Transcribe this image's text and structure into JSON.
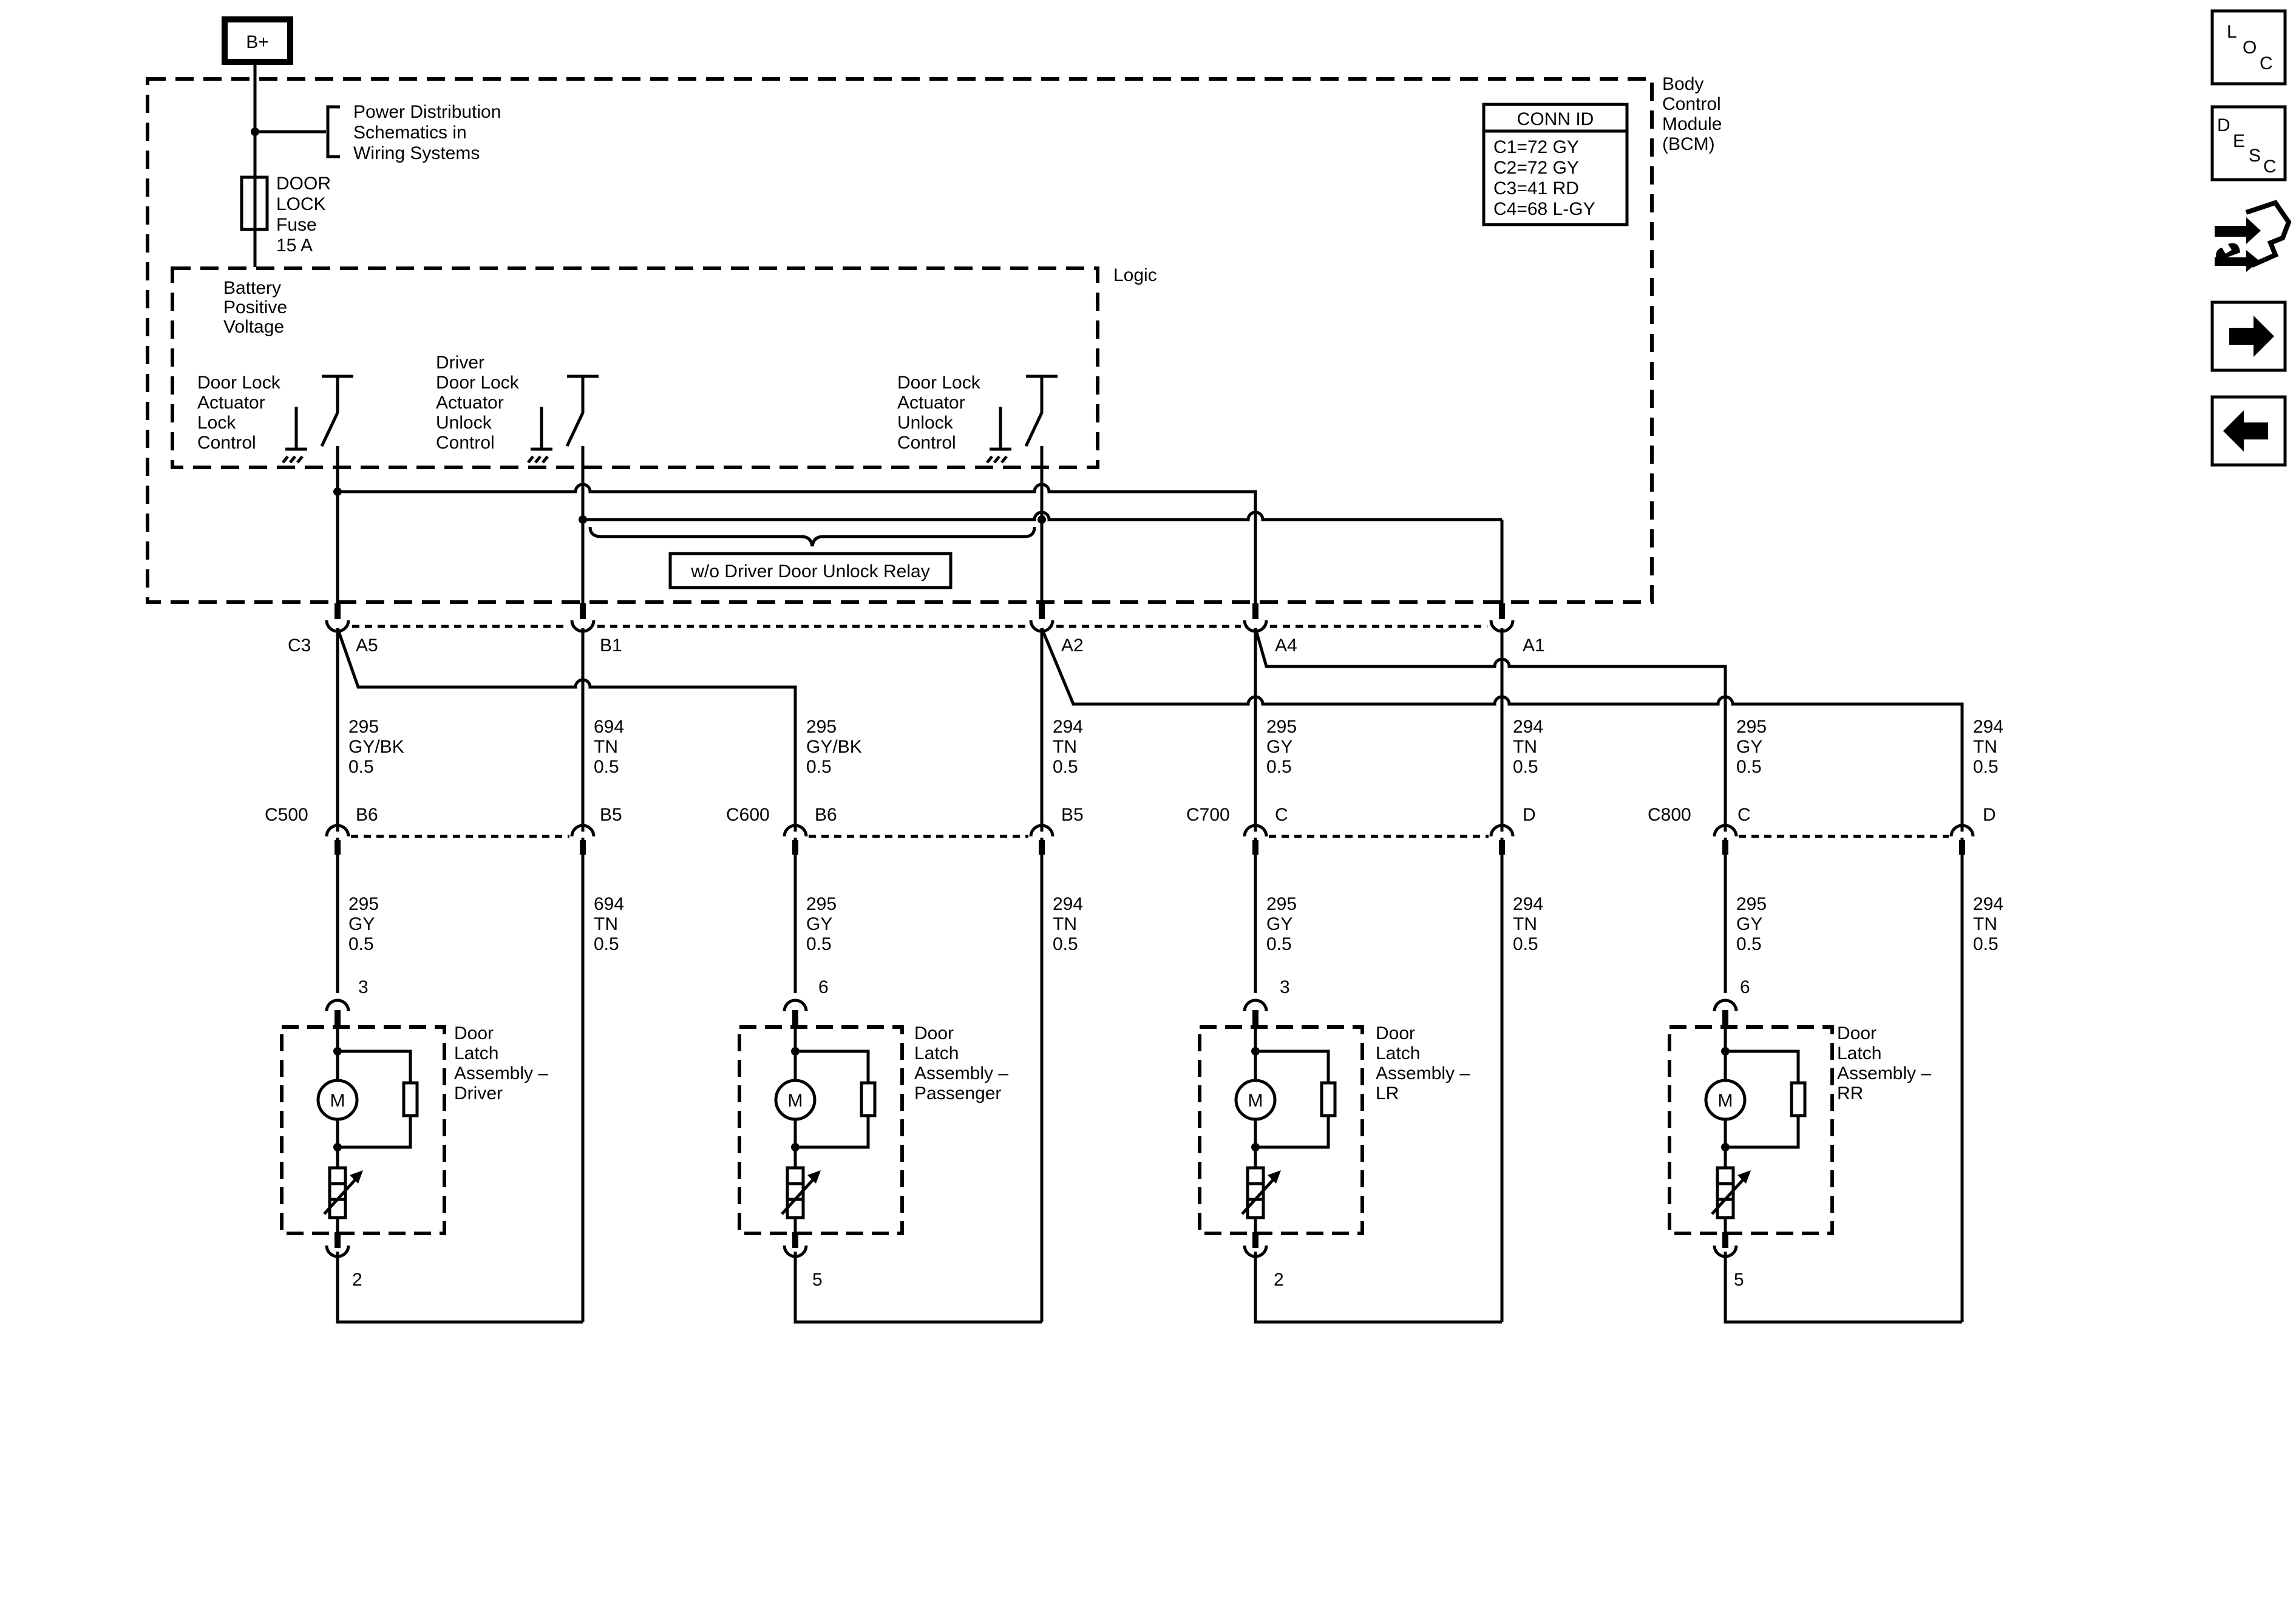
{
  "power": {
    "source": "B+",
    "fuse_name": [
      "DOOR",
      "LOCK",
      "Fuse",
      "15 A"
    ],
    "pds_note": [
      "Power Distribution",
      "Schematics in",
      "Wiring Systems"
    ]
  },
  "bcm": {
    "name": [
      "Body",
      "Control",
      "Module",
      "(BCM)"
    ],
    "logic_label": "Logic",
    "battery_label": [
      "Battery",
      "Positive",
      "Voltage"
    ]
  },
  "conn_id": {
    "title": "CONN ID",
    "rows": [
      "C1=72 GY",
      "C2=72 GY",
      "C3=41 RD",
      "C4=68 L-GY"
    ]
  },
  "switches": [
    {
      "label": [
        "Door Lock",
        "Actuator",
        "Lock",
        "Control"
      ]
    },
    {
      "label": [
        "Driver",
        "Door Lock",
        "Actuator",
        "Unlock",
        "Control"
      ]
    },
    {
      "label": [
        "Door Lock",
        "Actuator",
        "Unlock",
        "Control"
      ]
    }
  ],
  "relay_note": "w/o Driver Door Unlock Relay",
  "c3": {
    "name": "C3",
    "pins": [
      "A5",
      "B1",
      "A2",
      "A4",
      "A1"
    ]
  },
  "harness_upper": [
    {
      "circuit": "295",
      "color": "GY/BK",
      "gauge": "0.5"
    },
    {
      "circuit": "694",
      "color": "TN",
      "gauge": "0.5"
    },
    {
      "circuit": "295",
      "color": "GY/BK",
      "gauge": "0.5"
    },
    {
      "circuit": "294",
      "color": "TN",
      "gauge": "0.5"
    },
    {
      "circuit": "295",
      "color": "GY",
      "gauge": "0.5"
    },
    {
      "circuit": "294",
      "color": "TN",
      "gauge": "0.5"
    },
    {
      "circuit": "295",
      "color": "GY",
      "gauge": "0.5"
    },
    {
      "circuit": "294",
      "color": "TN",
      "gauge": "0.5"
    }
  ],
  "inline_connectors": [
    {
      "name": "C500",
      "pin_a": "B6",
      "pin_b": "B5"
    },
    {
      "name": "C600",
      "pin_a": "B6",
      "pin_b": "B5"
    },
    {
      "name": "C700",
      "pin_a": "C",
      "pin_b": "D"
    },
    {
      "name": "C800",
      "pin_a": "C",
      "pin_b": "D"
    }
  ],
  "harness_lower": [
    {
      "circuit": "295",
      "color": "GY",
      "gauge": "0.5"
    },
    {
      "circuit": "694",
      "color": "TN",
      "gauge": "0.5"
    },
    {
      "circuit": "295",
      "color": "GY",
      "gauge": "0.5"
    },
    {
      "circuit": "294",
      "color": "TN",
      "gauge": "0.5"
    },
    {
      "circuit": "295",
      "color": "GY",
      "gauge": "0.5"
    },
    {
      "circuit": "294",
      "color": "TN",
      "gauge": "0.5"
    },
    {
      "circuit": "295",
      "color": "GY",
      "gauge": "0.5"
    },
    {
      "circuit": "294",
      "color": "TN",
      "gauge": "0.5"
    }
  ],
  "latches": [
    {
      "name": [
        "Door",
        "Latch",
        "Assembly –",
        "Driver"
      ],
      "pin_top": "3",
      "pin_bottom": "2",
      "motor": "M"
    },
    {
      "name": [
        "Door",
        "Latch",
        "Assembly –",
        "Passenger"
      ],
      "pin_top": "6",
      "pin_bottom": "5",
      "motor": "M"
    },
    {
      "name": [
        "Door",
        "Latch",
        "Assembly –",
        "LR"
      ],
      "pin_top": "3",
      "pin_bottom": "2",
      "motor": "M"
    },
    {
      "name": [
        "Door",
        "Latch",
        "Assembly –",
        "RR"
      ],
      "pin_top": "6",
      "pin_bottom": "5",
      "motor": "M"
    }
  ],
  "sidebar": {
    "loc": {
      "l1": "L",
      "l2": "O",
      "l3": "C",
      "icon": "loc-icon"
    },
    "desc": {
      "l1": "D",
      "l2": "E",
      "l3": "S",
      "l4": "C",
      "icon": "desc-icon"
    },
    "tools_icon": "connector-wrench-icon",
    "next_icon": "arrow-right-icon",
    "prev_icon": "arrow-left-icon"
  }
}
